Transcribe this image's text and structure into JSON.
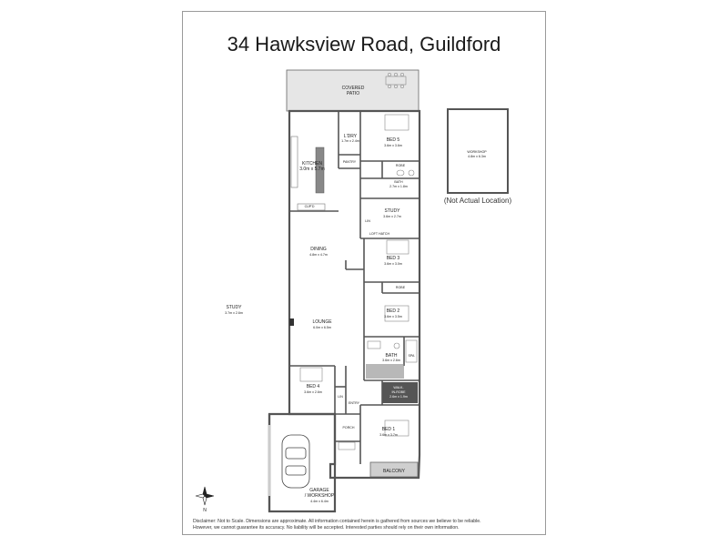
{
  "title": "34 Hawksview Road, Guildford",
  "rooms": {
    "covered_patio": [
      "COVERED",
      "PATIO"
    ],
    "kitchen": [
      "KITCHEN",
      "3.0m x 5.7m"
    ],
    "laundry": [
      "L'DRY",
      "1.7m x 2.4m"
    ],
    "bed5": [
      "BED 5",
      "3.6m x 3.6m"
    ],
    "pantry": "PANTRY",
    "robe_top": "ROBE",
    "bath_top": [
      "BATH",
      "2.7m x 1.8m"
    ],
    "cupd": "CUP'D",
    "study_inner": [
      "STUDY",
      "3.6m x 2.7m"
    ],
    "linen": "LIN",
    "loft": "LOFT HATCH",
    "dining": [
      "DINING",
      "4.8m x 4.7m"
    ],
    "bed3": [
      "BED 3",
      "3.6m x 3.0m"
    ],
    "robe_mid": "ROBE",
    "study_outer": [
      "STUDY",
      "3.7m x 2.6m"
    ],
    "bed2": [
      "BED 2",
      "3.6m x 3.5m"
    ],
    "lounge": [
      "LOUNGE",
      "6.0m x 6.5m"
    ],
    "bath_lower": [
      "BATH",
      "3.6m x 2.6m"
    ],
    "spa": "SPA",
    "wir": [
      "WALK-",
      "IN-ROBE",
      "2.6m x 1.9m"
    ],
    "bed4": [
      "BED 4",
      "3.6m x 2.6m"
    ],
    "entry": "ENTRY",
    "lin2": "LIN",
    "porch": "PORCH",
    "bed1": [
      "BED 1",
      "3.6m x 3.7m"
    ],
    "garage": [
      "GARAGE",
      "/ WORKSHOP",
      "4.4m x 6.4m"
    ],
    "balcony": "BALCONY",
    "workshop": [
      "WORKSHOP",
      "4.8m x 6.3m"
    ],
    "workshop_note": "(Not Actual Location)",
    "compass": "N"
  },
  "disclaimer": [
    "Disclaimer: Not to Scale. Dimensions are approximate. All information contained herein is gathered from sources we believe to be reliable.",
    "However, we cannot guarantee its accuracy. No liability will be accepted. Interested parties should rely on their own information."
  ],
  "colors": {
    "wall": "#555555",
    "patio": "#e6e6e6",
    "shade": "#bdbdbd",
    "dark": "#333333"
  }
}
